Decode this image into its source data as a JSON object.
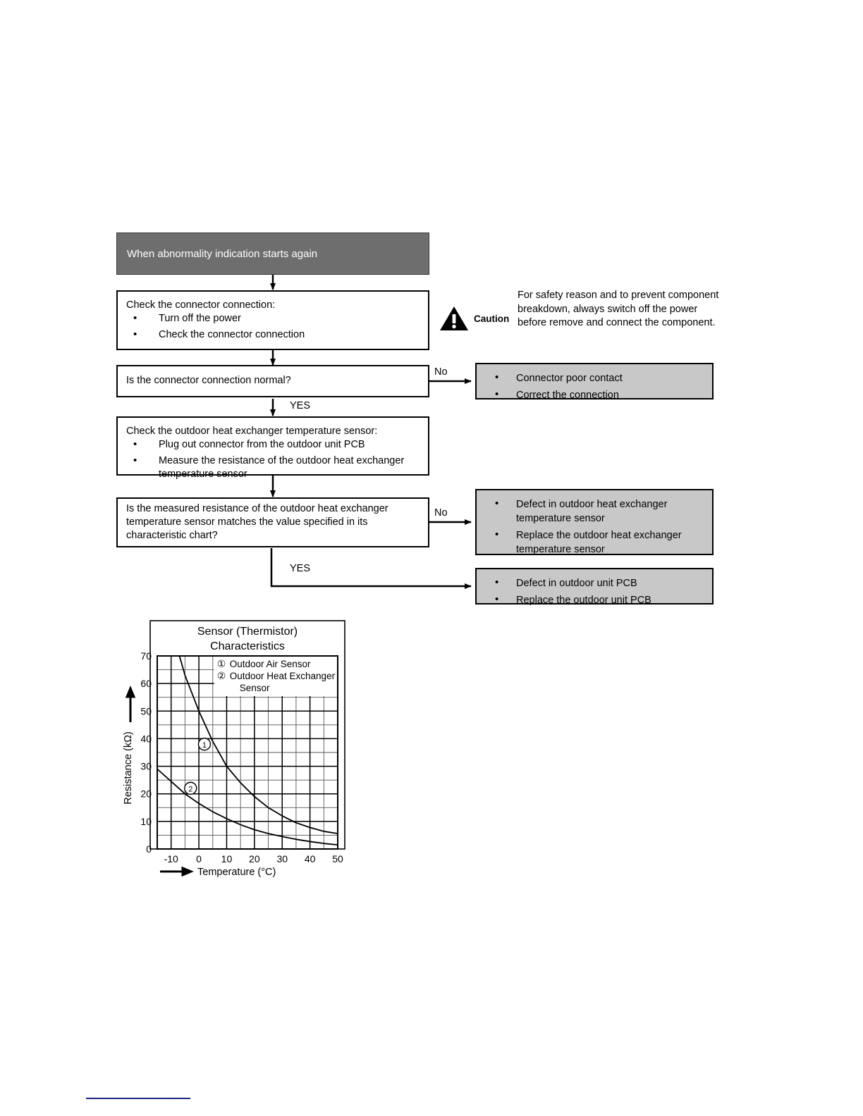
{
  "flow": {
    "header": {
      "text": "When abnormality indication starts again"
    },
    "step1": {
      "title": "Check the connector connection:",
      "bullets": [
        "Turn off the power",
        "Check the connector connection"
      ]
    },
    "question1": {
      "text": "Is the connector connection normal?"
    },
    "question1_no_label": "No",
    "question1_yes_label": "YES",
    "result1": {
      "bullets": [
        "Connector poor contact",
        "Correct the connection"
      ]
    },
    "step2": {
      "title": "Check the outdoor heat exchanger temperature sensor:",
      "bullets": [
        "Plug out connector from the outdoor unit PCB",
        "Measure the resistance of the outdoor heat exchanger temperature sensor"
      ]
    },
    "question2": {
      "text": "Is the measured resistance of the outdoor heat exchanger temperature sensor matches the value specified in its characteristic chart?"
    },
    "question2_no_label": "No",
    "question2_yes_label": "YES",
    "result2": {
      "bullets": [
        "Defect in outdoor heat exchanger temperature sensor",
        "Replace the outdoor heat exchanger temperature sensor"
      ]
    },
    "result3": {
      "bullets": [
        "Defect in outdoor unit PCB",
        "Replace the outdoor unit PCB"
      ]
    },
    "caution": {
      "label": "Caution",
      "icon": "warning-triangle-icon",
      "text": "For safety reason and to prevent component breakdown, always switch off the power before remove and connect the component."
    },
    "colors": {
      "header_fill": "#6e6e6e",
      "header_text": "#ffffff",
      "result_fill": "#c8c8c8",
      "line": "#000000",
      "footer_rule": "#1a237e"
    }
  },
  "chart_data": {
    "type": "line",
    "title": "Sensor (Thermistor) Characteristics",
    "xlabel": "Temperature (°C)",
    "ylabel": "Resistance (kΩ)",
    "xlim": [
      -15,
      50
    ],
    "ylim": [
      0,
      70
    ],
    "xticks": [
      -10,
      0,
      10,
      20,
      30,
      40,
      50
    ],
    "yticks": [
      0,
      10,
      20,
      30,
      40,
      50,
      60,
      70
    ],
    "xtick_labels": [
      "-10",
      "0",
      "10",
      "20",
      "30",
      "40",
      "50"
    ],
    "ytick_labels": [
      "0",
      "10",
      "20",
      "30",
      "40",
      "50",
      "60",
      "70"
    ],
    "x_minor_step": 5,
    "y_minor_step": 5,
    "grid": true,
    "legend_position": "top-right",
    "series": [
      {
        "name": "Outdoor Air Sensor",
        "marker": "①",
        "label_at": {
          "x": 2,
          "y": 38
        },
        "x": [
          -7,
          -5,
          0,
          5,
          10,
          15,
          20,
          25,
          30,
          35,
          40,
          45,
          50
        ],
        "y": [
          70,
          63,
          50,
          39,
          30,
          24,
          19,
          15,
          12,
          9.5,
          7.8,
          6.4,
          5.6
        ]
      },
      {
        "name": "Outdoor Heat Exchanger Sensor",
        "marker": "②",
        "label_at": {
          "x": -3,
          "y": 22
        },
        "x": [
          -15,
          -10,
          -5,
          0,
          5,
          10,
          15,
          20,
          25,
          30,
          35,
          40,
          45,
          50
        ],
        "y": [
          29,
          24.5,
          20,
          16.5,
          13.5,
          11,
          8.8,
          7.0,
          5.6,
          4.5,
          3.5,
          2.7,
          2.0,
          1.5
        ]
      }
    ],
    "legend": [
      {
        "marker": "①",
        "label": "Outdoor Air Sensor"
      },
      {
        "marker": "②",
        "label": "Outdoor Heat Exchanger Sensor"
      }
    ]
  }
}
